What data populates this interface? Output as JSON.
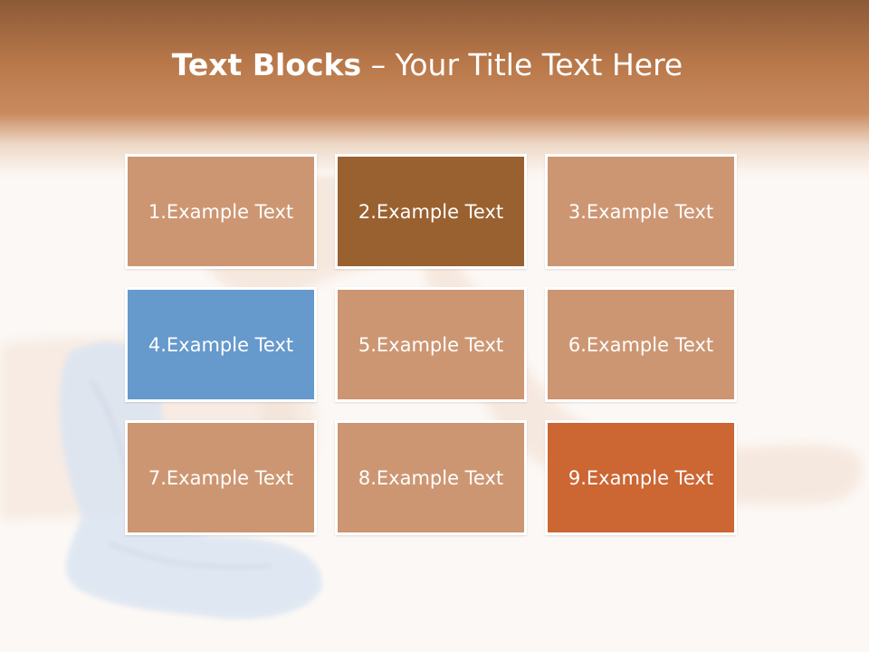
{
  "title": {
    "strong": "Text Blocks",
    "rest": " – Your Title Text Here"
  },
  "blocks": [
    {
      "label": "1.Example Text",
      "color": "#cd9672"
    },
    {
      "label": "2.Example Text",
      "color": "#9a6130"
    },
    {
      "label": "3.Example Text",
      "color": "#cd9672"
    },
    {
      "label": "4.Example Text",
      "color": "#6699cc"
    },
    {
      "label": "5.Example Text",
      "color": "#cd9672"
    },
    {
      "label": "6.Example Text",
      "color": "#cd9672"
    },
    {
      "label": "7.Example Text",
      "color": "#cd9672"
    },
    {
      "label": "8.Example Text",
      "color": "#cd9672"
    },
    {
      "label": "9.Example Text",
      "color": "#cc6633"
    }
  ],
  "colors": {
    "header": "#b9784a",
    "background": "#fcf8f5",
    "default_block": "#cd9672",
    "border": "#ffffff"
  }
}
